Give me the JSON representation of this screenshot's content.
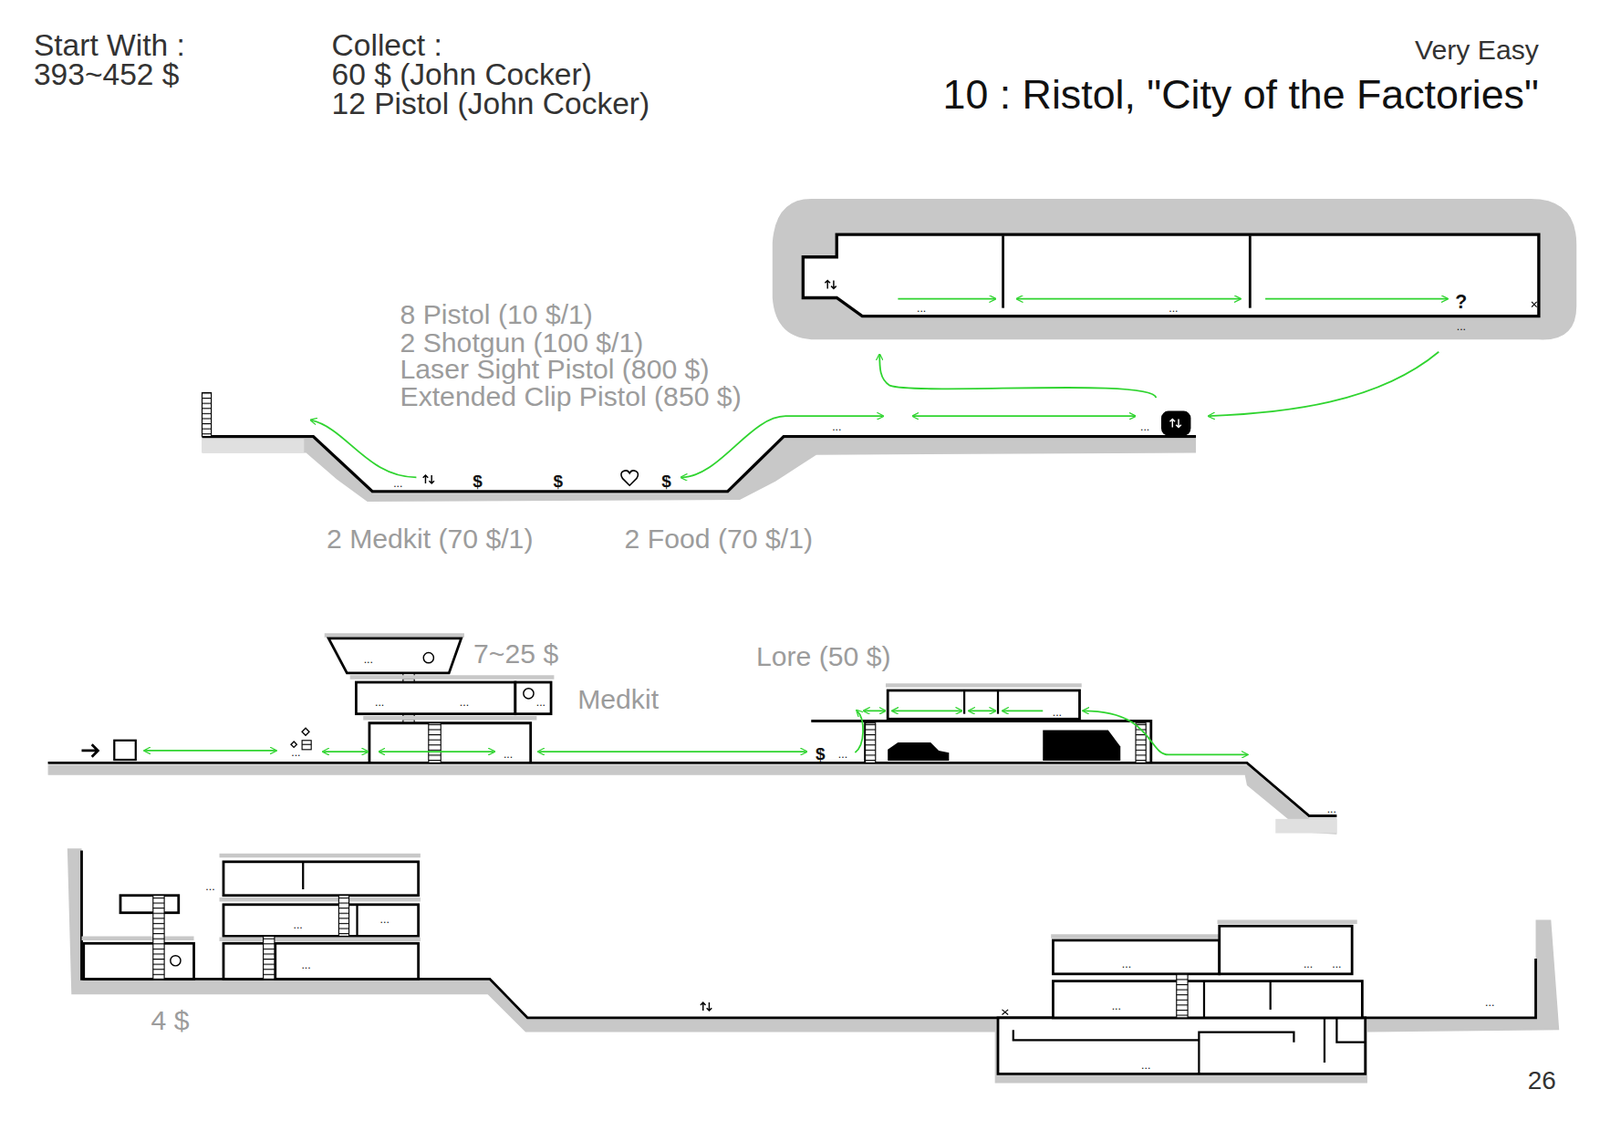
{
  "diagram": {
    "title": "10 : Ristol, \"City of the Factories\"",
    "labels": [
      "Start With :",
      "393~452 $",
      "Collect :",
      "60 $ (John Cocker)",
      "12 Pistol (John Cocker)",
      "Very Easy",
      "8 Pistol (10 $/1)",
      "2 Shotgun (100 $/1)",
      "Laser Sight Pistol (800 $)",
      "Extended Clip Pistol (850 $)",
      "2 Medkit (70 $/1)",
      "2 Food (70 $/1)",
      "7~25 $",
      "Medkit",
      "Lore (50 $)",
      "4 $",
      "26",
      "?",
      "$",
      "$",
      "$",
      "$",
      "...",
      "...",
      "...",
      "...",
      "...",
      "...",
      "...",
      "...",
      "...",
      "...",
      "...",
      "...",
      "...",
      "...",
      "...",
      "...",
      "...",
      "...",
      "...",
      "...",
      "...",
      "...",
      "...",
      "...",
      "..."
    ]
  }
}
